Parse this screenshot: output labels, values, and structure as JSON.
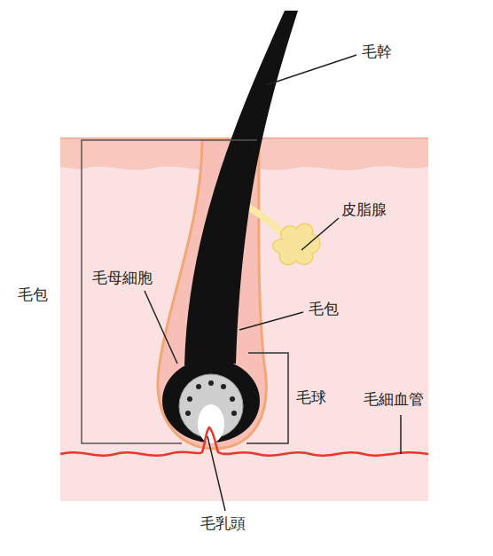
{
  "diagram": {
    "labels": [
      "毛幹",
      "皮脂腺",
      "毛包",
      "毛母細胞",
      "毛包",
      "毛球",
      "毛細血管",
      "毛乳頭"
    ]
  }
}
